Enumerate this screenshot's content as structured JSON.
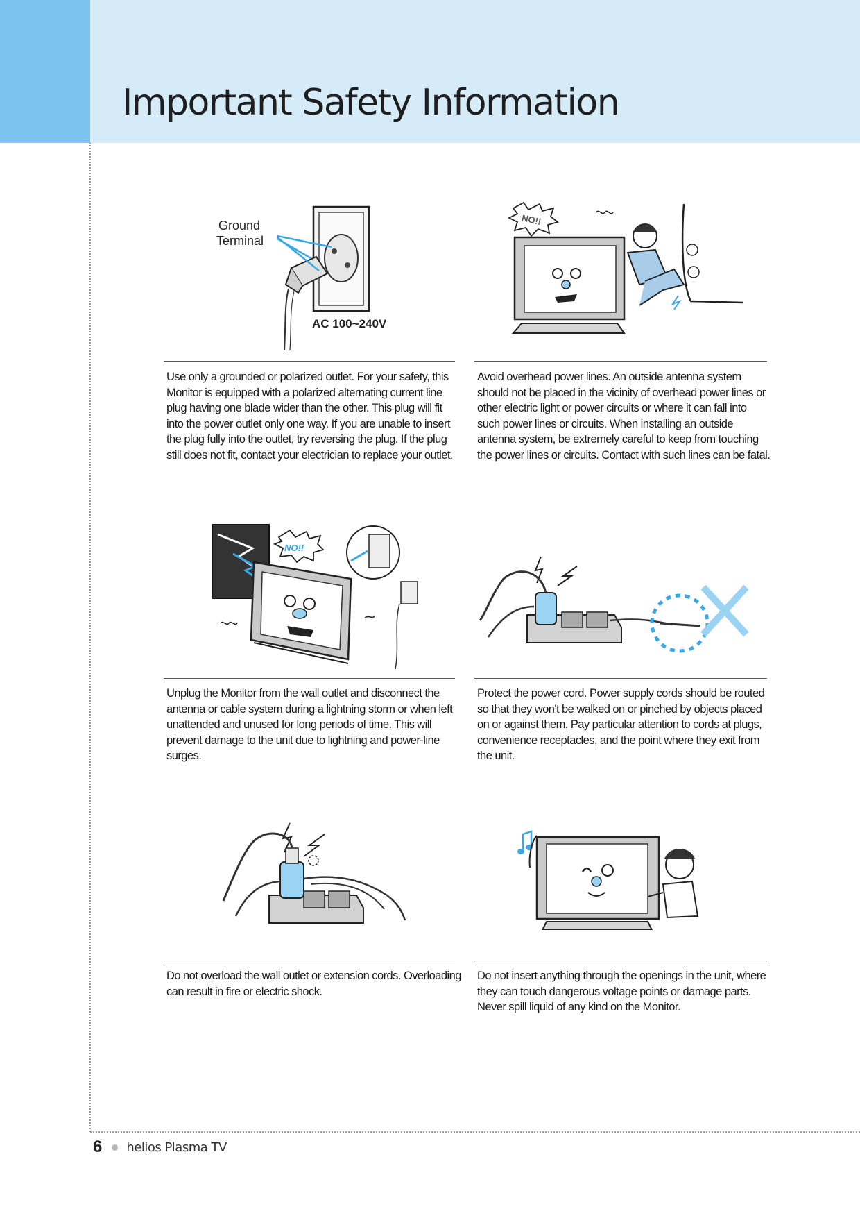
{
  "page": {
    "title": "Important Safety Information",
    "page_number": "6",
    "footer_label": "helios Plasma TV"
  },
  "sections": [
    {
      "text": "Use only a grounded or polarized outlet. For your safety, this Monitor is equipped with a polarized alternating current line plug having one blade wider than the other. This plug will fit into the power outlet only one way. If you are unable to insert the plug fully into the outlet, try reversing the plug. If the plug still does not fit, contact your electrician to replace your outlet.",
      "labels": {
        "ground_line1": "Ground",
        "ground_line2": "Terminal",
        "voltage": "AC 100~240V"
      }
    },
    {
      "text": "Avoid overhead power lines. An outside antenna system should not be placed in the vicinity of overhead power lines or other electric light or power circuits or where it can fall into such power lines or circuits. When installing an outside antenna system, be extremely careful to keep from touching the power lines or circuits. Contact with such lines can be fatal.",
      "labels": {
        "no": "NO!!"
      }
    },
    {
      "text": "Unplug the Monitor from the wall outlet and disconnect the antenna or cable system during a lightning storm or when left unattended and unused for long periods of time. This will prevent damage to the unit due to lightning and power-line surges.",
      "labels": {
        "no": "NO!!"
      }
    },
    {
      "text": "Protect the power cord. Power supply cords should be routed so that they won't be walked on or pinched by objects placed on or against them. Pay particular attention to cords at plugs, convenience receptacles, and the point where they exit from the unit."
    },
    {
      "text": "Do not overload the wall outlet or extension cords. Overloading can result in fire or electric shock."
    },
    {
      "text": "Do not insert anything through the openings in the unit, where they can touch dangerous voltage points or damage parts. Never spill liquid of any kind on the Monitor."
    }
  ],
  "colors": {
    "header_band": "#d6ebf8",
    "header_tab": "#7cc3ef",
    "accent_blue": "#3aa8e6"
  }
}
